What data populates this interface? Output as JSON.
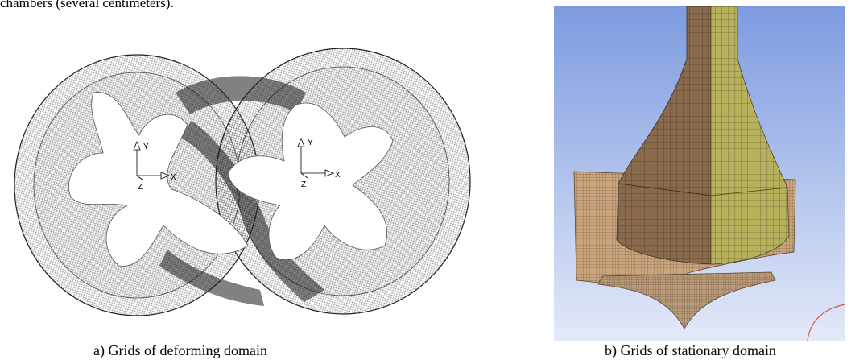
{
  "top_text": "chambers (several centimeters).",
  "figure": {
    "panel_a": {
      "caption": "a)   Grids of deforming domain",
      "left_triad": {
        "x": "X",
        "y": "Y",
        "z": "Z"
      },
      "right_triad": {
        "x": "X",
        "y": "Y",
        "z": "Z"
      }
    },
    "panel_b": {
      "caption": "b) Grids of stationary domain"
    }
  },
  "colors": {
    "mesh_dark": "#1a1a1a",
    "mesh_light": "#9a9a9a",
    "sky_top": "#7d9be0",
    "sky_bottom": "#dfe6f7",
    "wall_tan": "#c9a57e",
    "valve_brown": "#8a6a4c",
    "valve_olive": "#b8b15c",
    "circle_red": "#e05555"
  }
}
